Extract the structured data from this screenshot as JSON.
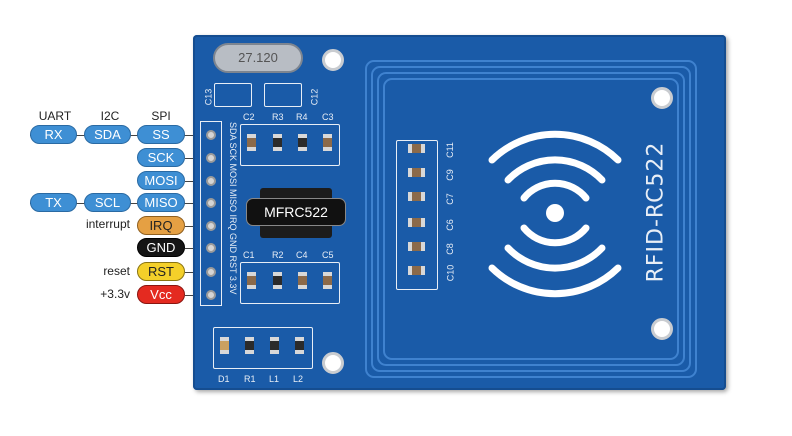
{
  "headers": {
    "uart": "UART",
    "i2c": "I2C",
    "spi": "SPI"
  },
  "pins": [
    {
      "spi": "SS",
      "i2c": "SDA",
      "uart": "RX",
      "side": "",
      "color": "blue"
    },
    {
      "spi": "SCK",
      "i2c": "",
      "uart": "",
      "side": "",
      "color": "blue"
    },
    {
      "spi": "MOSI",
      "i2c": "",
      "uart": "",
      "side": "",
      "color": "blue"
    },
    {
      "spi": "MISO",
      "i2c": "SCL",
      "uart": "TX",
      "side": "",
      "color": "blue"
    },
    {
      "spi": "IRQ",
      "i2c": "",
      "uart": "",
      "side": "interrupt",
      "color": "orange"
    },
    {
      "spi": "GND",
      "i2c": "",
      "uart": "",
      "side": "",
      "color": "black"
    },
    {
      "spi": "RST",
      "i2c": "",
      "uart": "",
      "side": "reset",
      "color": "yellow"
    },
    {
      "spi": "Vcc",
      "i2c": "",
      "uart": "",
      "side": "+3.3v",
      "color": "red"
    }
  ],
  "board": {
    "title": "RFID-RC522",
    "chip": "MFRC522",
    "crystal": "27.120",
    "header_silk": "SDA SCK MOSI MISO IRQ GND RST 3.3V",
    "labels_top": [
      "C2",
      "R3",
      "R4",
      "C3"
    ],
    "labels_mid": [
      "C1",
      "R2",
      "C4",
      "C5"
    ],
    "labels_bottom": [
      "D1",
      "R1",
      "L1",
      "L2"
    ],
    "labels_cap_col": [
      "C11",
      "C9",
      "C7",
      "C6",
      "C8",
      "C10"
    ],
    "c13": "C13",
    "c12": "C12"
  }
}
